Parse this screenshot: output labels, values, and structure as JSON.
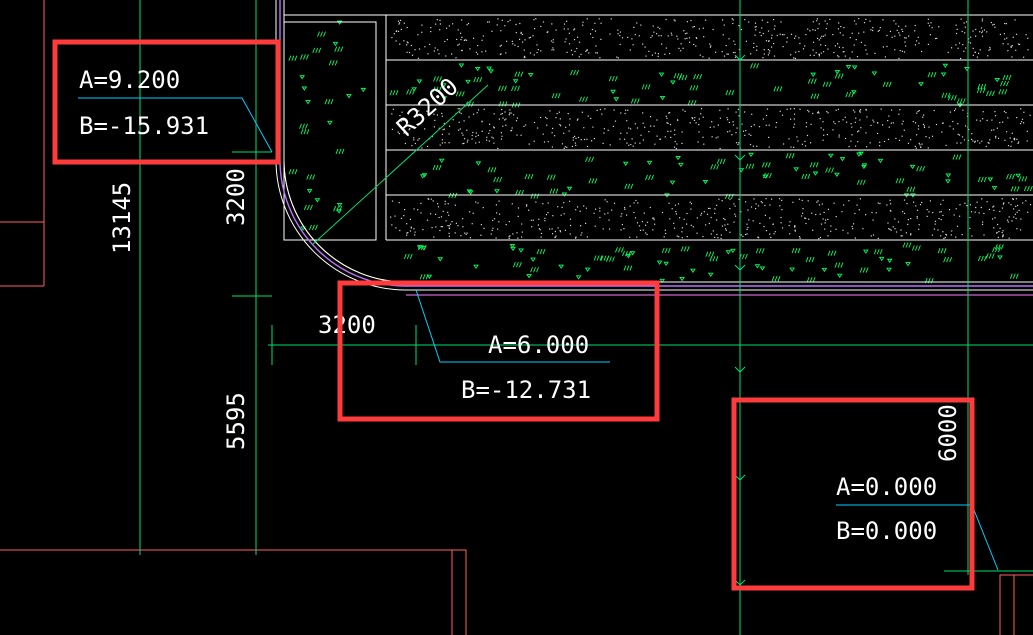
{
  "colors": {
    "background": "#000000",
    "axis_line": "#00e070",
    "boundary_line": "#ff6060",
    "pink_line": "#ff80ff",
    "paving_line": "#ffffff",
    "hatch_dots": "#ffffff",
    "hatch_triangles": "#00ff60",
    "leader_line": "#00d0ff",
    "highlight_box": "#ff3b3b",
    "text": "#ffffff"
  },
  "annotations": [
    {
      "a_label": "A=9.200",
      "b_label": "B=-15.931"
    },
    {
      "a_label": "A=6.000",
      "b_label": "B=-12.731"
    },
    {
      "a_label": "A=0.000",
      "b_label": "B=0.000"
    }
  ],
  "dimensions": {
    "d_13145": "13145",
    "d_3200_vertical": "3200",
    "d_5595": "5595",
    "d_3200_horizontal": "3200",
    "d_6000": "6000",
    "radius_label": "R3200"
  }
}
